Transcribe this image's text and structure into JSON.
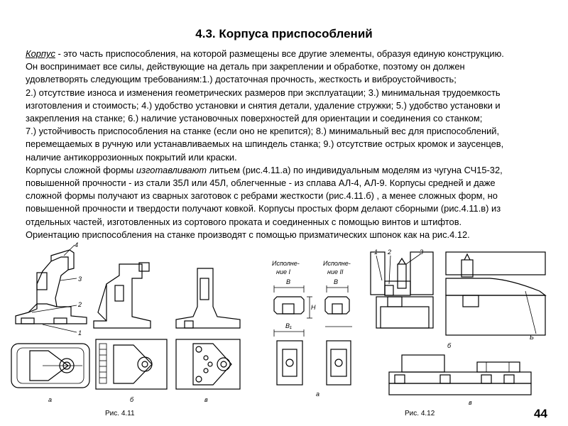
{
  "title": "4.3. Корпуса приспособлений",
  "paragraph1": {
    "term": "Корпус",
    "line1_rest": " - это часть приспособления, на которой размещены все другие элементы, образуя единую конструкцию.",
    "line2": "Он воспринимает все силы, действующие на деталь при закреплении и обработке, поэтому  он  должен",
    "line3": "удовлетворять следующим требованиям:1.) достаточная прочность, жесткость и виброустойчивость;",
    "line4": "2.) отсутствие износа и изменения геометрических размеров при эксплуатации; 3.) минимальная трудоемкость",
    "line5": "изготовления и стоимость; 4.) удобство установки и снятия детали, удаление стружки; 5.) удобство установки и",
    "line6": "закрепления на станке; 6.) наличие установочных поверхностей для ориентации и соединения со станком;",
    "line7": "7.) устойчивость приспособления  на станке (если оно не крепится); 8.) минимальный вес для приспособлений,",
    "line8": "перемещаемых в ручную или устанавливаемых на шпиндель станка; 9.) отсутствие острых кромок и заусенцев,",
    "line9": "наличие антикоррозионных покрытий или краски."
  },
  "paragraph2": {
    "line1_a": "Корпусы сложной формы ",
    "line1_b": "изготавливают",
    "line1_c": " литьем (рис.4.11.а) по индивидуальным моделям из чугуна СЧ15-32,",
    "line2": "повышенной прочности - из стали 35Л или 45Л, облегченные - из сплава АЛ-4, АЛ-9. Корпусы средней и даже",
    "line3": "сложной формы получают из сварных заготовок с ребрами жесткости (рис.4.11.б) , а менее сложных форм, но",
    "line4": "повышенной прочности и твердости получают ковкой. Корпусы простых форм делают сборными (рис.4.11.в) из",
    "line5": "отдельных частей, изготовленных из сортового проката и соединенных с помощью винтов и штифтов.",
    "line6": "Ориентацию приспособления на станке производят с помощью  призматических шпонок как на рис.4.12."
  },
  "figure1": {
    "caption": "Рис. 4.11",
    "callouts": [
      "4",
      "3",
      "2",
      "1"
    ],
    "sublabels": [
      "а",
      "б",
      "в"
    ]
  },
  "figure2": {
    "caption": "Рис. 4.12",
    "exec1": [
      "Исполне-",
      "ние I"
    ],
    "exec2": [
      "Исполне-",
      "ние II"
    ],
    "dims": [
      "B",
      "H",
      "B₁",
      "B"
    ],
    "callouts": [
      "1",
      "2",
      "3",
      "Б"
    ],
    "sublabels": [
      "а",
      "б",
      "в"
    ]
  },
  "page_number": "44"
}
